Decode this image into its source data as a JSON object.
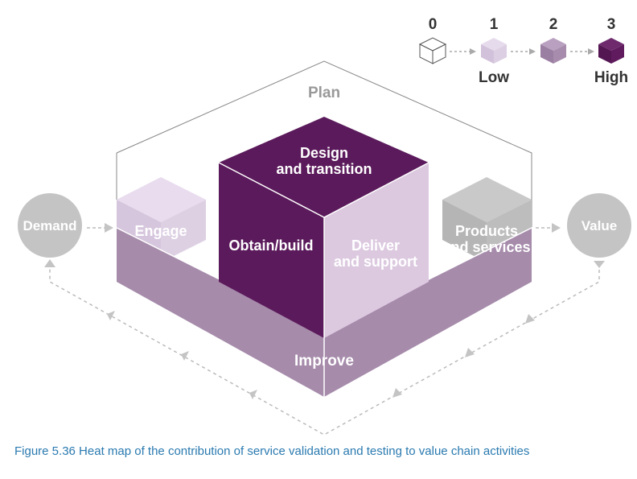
{
  "legend": {
    "levels": [
      "0",
      "1",
      "2",
      "3"
    ],
    "low_label": "Low",
    "high_label": "High",
    "colors": [
      "#ffffff",
      "#d8c9df",
      "#a88cb0",
      "#5f1b5e"
    ]
  },
  "diagram": {
    "plan_label": "Plan",
    "improve_label": "Improve",
    "demand_label": "Demand",
    "value_label": "Value",
    "engage_label": "Engage",
    "design_line1": "Design",
    "design_line2": "and transition",
    "obtain_label": "Obtain/build",
    "deliver_line1": "Deliver",
    "deliver_line2": "and support",
    "products_line1": "Products",
    "products_line2": "and services"
  },
  "caption": "Figure 5.36  Heat map of the contribution of service validation and testing to value chain activities"
}
